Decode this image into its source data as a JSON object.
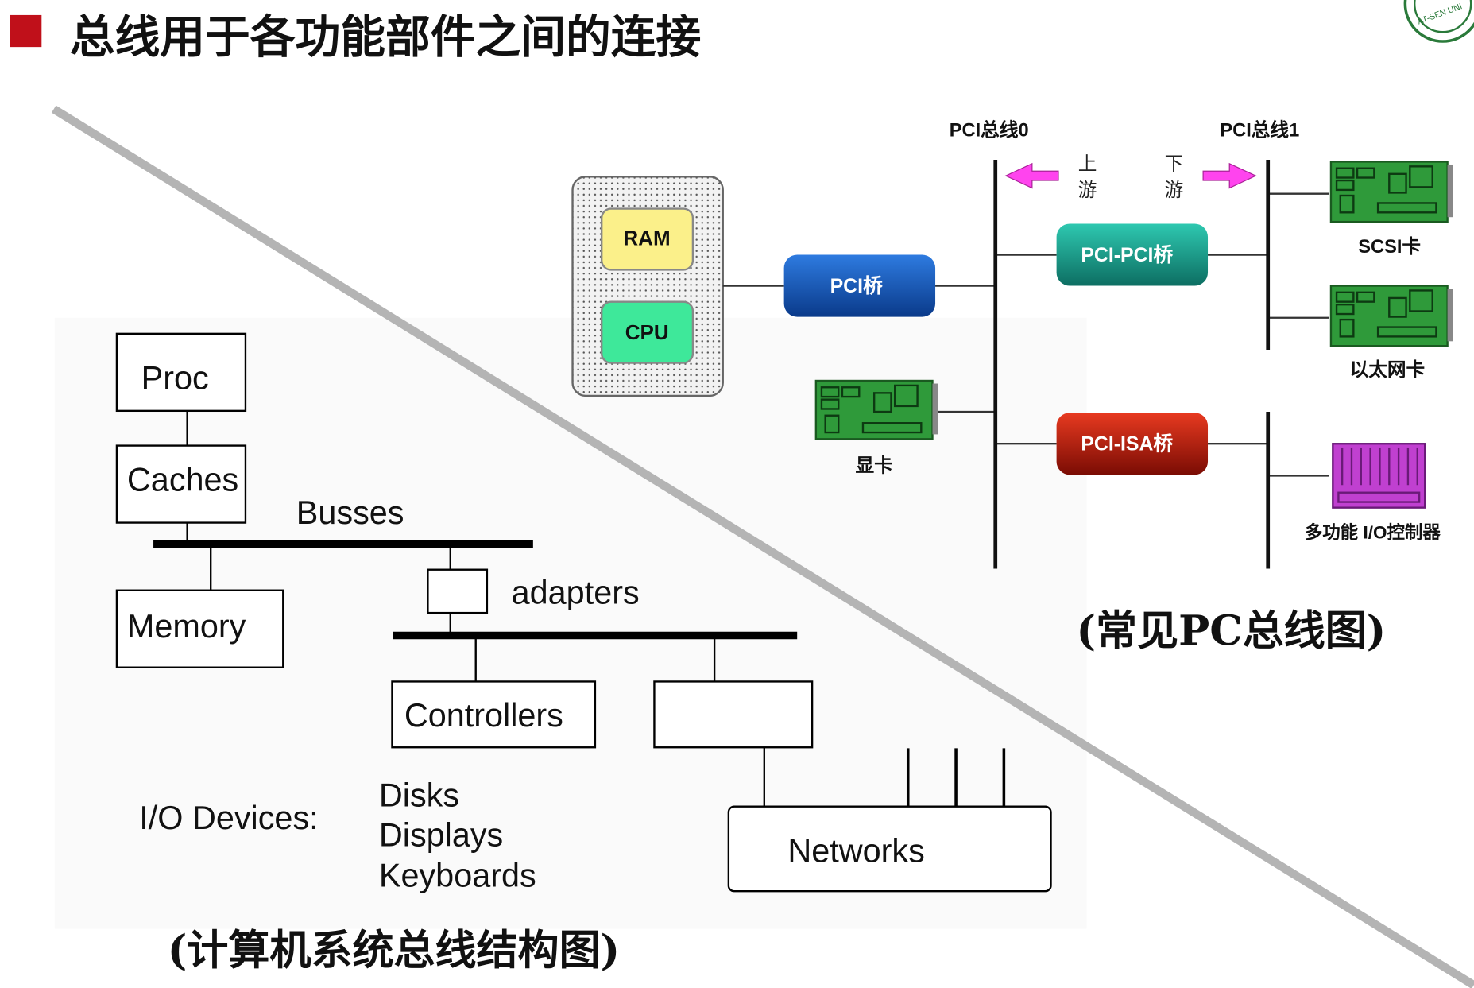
{
  "slide": {
    "title": "总线用于各功能部件之间的连接",
    "accent_color": "#c0101a"
  },
  "logo": {
    "text": "AT-SEN UNI"
  },
  "computer_bus_diagram": {
    "caption": "(计算机系统总线结构图)",
    "proc_label": "Proc",
    "caches_label": "Caches",
    "busses_label": "Busses",
    "memory_label": "Memory",
    "adapters_label": "adapters",
    "controllers_label": "Controllers",
    "io_devices_label": "I/O Devices:",
    "devices": [
      "Disks",
      "Displays",
      "Keyboards"
    ],
    "networks_label": "Networks"
  },
  "pc_bus_diagram": {
    "caption": "(常见PC总线图)",
    "bus0_label": "PCI总线0",
    "bus1_label": "PCI总线1",
    "upstream_label": [
      "上",
      "游"
    ],
    "downstream_label": [
      "下",
      "游"
    ],
    "ram_label": "RAM",
    "cpu_label": "CPU",
    "pci_bridge_label": "PCI桥",
    "pci_pci_bridge_label": "PCI-PCI桥",
    "pci_isa_bridge_label": "PCI-ISA桥",
    "video_card_label": "显卡",
    "scsi_card_label": "SCSI卡",
    "ethernet_card_label": "以太网卡",
    "io_controller_label": "多功能 I/O控制器",
    "colors": {
      "pci_bridge": "#1550b8",
      "pci_pci_bridge": "#1a9e8c",
      "pci_isa_bridge": "#b81a0c",
      "ram": "#fbf08a",
      "cpu": "#3ee89a",
      "card_green": "#2f9a3a",
      "io_purple": "#c040d0",
      "arrow_magenta": "#ff44ee"
    }
  }
}
